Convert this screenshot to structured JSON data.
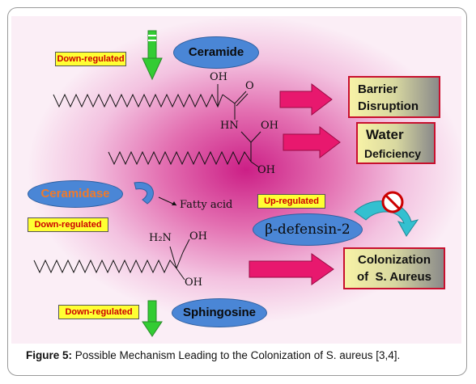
{
  "figure": {
    "caption_label": "Figure 5:",
    "caption_text": " Possible Mechanism Leading to the Colonization of S. aureus [3,4]."
  },
  "labels": {
    "down_regulated_1": "Down-regulated",
    "down_regulated_2": "Down-regulated",
    "down_regulated_3": "Down-regulated",
    "up_regulated": "Up-regulated"
  },
  "molecules": {
    "ceramide": "Ceramide",
    "ceramidase": "Ceramidase",
    "sphingosine": "Sphingosine",
    "beta_defensin": "β-defensin-2"
  },
  "outcomes": {
    "barrier_line1": "Barrier",
    "barrier_line2": "Disruption",
    "water_line1": "Water",
    "water_line2": "Deficiency",
    "colonization_line1": "Colonization",
    "colonization_line2": "of  S. Aureus"
  },
  "chemistry": {
    "oh_top": "OH",
    "o_carbonyl": "O",
    "hn": "HN",
    "oh_right": "OH",
    "oh_bottom": "OH",
    "fatty_acid": "Fatty acid",
    "h2n": "H₂N",
    "oh_s1": "OH",
    "oh_s2": "OH"
  },
  "colors": {
    "green_arrow": "#33cc33",
    "pink_arrow": "#e8186e",
    "teal_arrow": "#33c0d0",
    "tag_yellow": "#ffff33",
    "tag_text": "#cc0000",
    "ellipse_blue": "#4a86d6",
    "box_border": "#c8102e"
  },
  "icons": [
    "down-arrow-icon",
    "right-arrow-icon",
    "curved-arrow-icon",
    "prohibition-icon"
  ]
}
